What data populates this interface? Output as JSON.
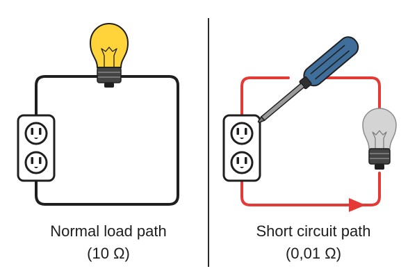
{
  "left_panel": {
    "caption_line1": "Normal load path",
    "caption_line2": "(10 Ω)",
    "wire_color": "#1f1f1f",
    "bulb_color": "#ffd43b",
    "bulb_state": "lit"
  },
  "right_panel": {
    "caption_line1": "Short circuit path",
    "caption_line2": "(0,01 Ω)",
    "wire_color": "#e53935",
    "bulb_color": "#d4d4d4",
    "bulb_state": "unlit",
    "tool_icon": "screwdriver-icon",
    "tool_color": "#3e6e99"
  },
  "divider_color": "#2a2a2a"
}
